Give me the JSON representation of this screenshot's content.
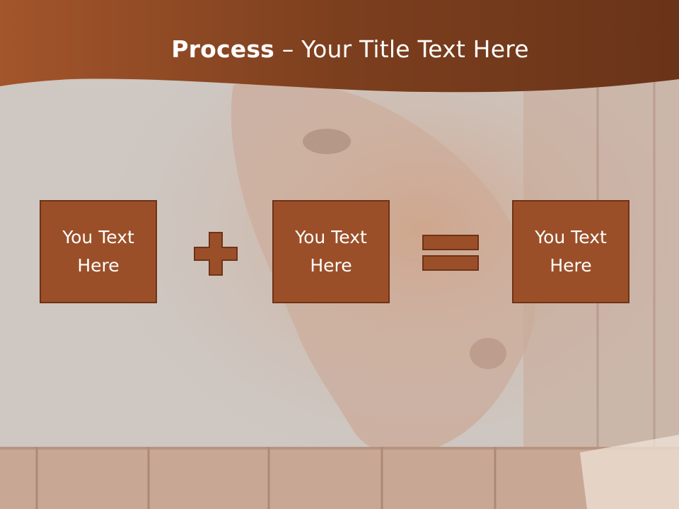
{
  "slide": {
    "title_bold": "Process",
    "title_rest": " – Your Title Text Here",
    "boxes": [
      {
        "text": "You Text Here"
      },
      {
        "text": "You Text Here"
      },
      {
        "text": "You Text Here"
      }
    ],
    "operators": [
      "plus-icon",
      "equals-icon"
    ]
  },
  "colors": {
    "banner": "#9b4f28",
    "banner_dark": "#6a3419",
    "box_fill": "#9b4f28",
    "box_border": "#6e3318",
    "background": "#cfc6c0"
  }
}
